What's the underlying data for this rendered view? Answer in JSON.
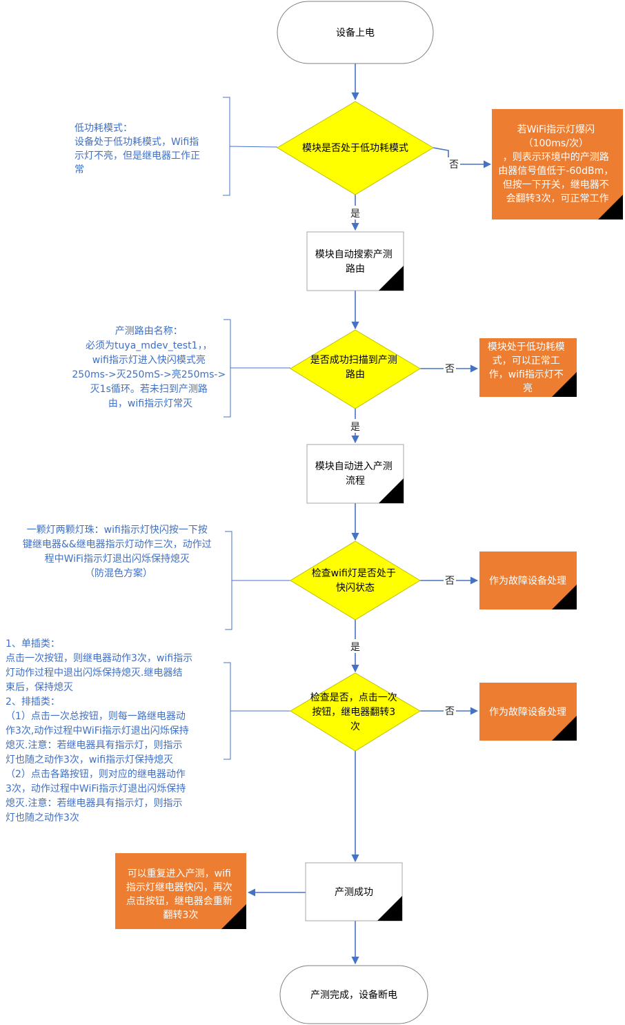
{
  "colors": {
    "terminal_fill": "#ffffff",
    "decision_fill": "#ffff00",
    "process_fill": "#ffffff",
    "outcome_fill": "#ed7d31",
    "connector": "#4472c4",
    "note_text": "#3f6fc4"
  },
  "nodes": {
    "start": {
      "lines": [
        "设备上电"
      ]
    },
    "d1": {
      "lines": [
        "模块是否处于低功耗模式"
      ]
    },
    "d1_no": {
      "lines": [
        "若WiFi指示灯爆闪",
        "（100ms/次）",
        "，则表示环境中的产测路",
        "由器信号值低于-60dBm，",
        "但按一下开关，继电器不",
        "会翻转3次，可正常工作"
      ]
    },
    "p1": {
      "lines": [
        "模块自动搜索产测",
        "路由"
      ]
    },
    "d2": {
      "lines": [
        "是否成功扫描到产测",
        "路由"
      ]
    },
    "d2_no": {
      "lines": [
        "模块处于低功耗模",
        "式，可以正常工",
        "作，wifi指示灯不",
        "亮"
      ]
    },
    "p2": {
      "lines": [
        "模块自动进入产测",
        "流程"
      ]
    },
    "d3": {
      "lines": [
        "检查wifi灯是否处于",
        "快闪状态"
      ]
    },
    "d3_no": {
      "lines": [
        "作为故障设备处理"
      ]
    },
    "d4": {
      "lines": [
        "检查是否，点击一次",
        "按钮，继电器翻转3",
        "次"
      ]
    },
    "d4_no": {
      "lines": [
        "作为故障设备处理"
      ]
    },
    "p3": {
      "lines": [
        "产测成功"
      ]
    },
    "p3_side": {
      "lines": [
        "可以重复进入产测，wifi",
        "指示灯继电器快闪，再次",
        "点击按钮，继电器会重新",
        "翻转3次"
      ]
    },
    "end": {
      "lines": [
        "产测完成，设备断电"
      ]
    }
  },
  "edge_labels": {
    "yes": "是",
    "no": "否"
  },
  "notes": {
    "n1": {
      "lines": [
        "低功耗模式：",
        "设备处于低功耗模式，Wifi指",
        "示灯不亮，但是继电器工作正",
        "常"
      ]
    },
    "n2": {
      "lines": [
        "产测路由名称：",
        "必须为tuya_mdev_test1，，",
        "wifi指示灯进入快闪模式亮",
        "250ms->灭250mS->亮250ms->",
        "灭1s循环。若未扫到产测路",
        "由，wifi指示灯常灭"
      ]
    },
    "n3": {
      "lines": [
        "一颗灯两颗灯珠：wifi指示灯快闪按一下按",
        "键继电器&&继电器指示灯动作三次，动作过",
        "程中WiFi指示灯退出闪烁保持熄灭",
        "（防混色方案）"
      ]
    },
    "n4": {
      "lines": [
        "1、单插类：",
        "点击一次按钮，则继电器动作3次，wifi指示",
        "灯动作过程中退出闪烁保持熄灭.继电器结",
        "束后，保持熄灭",
        "2、排插类：",
        "（1）点击一次总按钮，则每一路继电器动",
        "作3次,动作过程中WiFi指示灯退出闪烁保持",
        "熄灭.注意：若继电器具有指示灯，则指示",
        "灯也随之动作3次，wifi指示灯保持熄灭",
        "（2）点击各路按钮，则对应的继电器动作",
        "3次，动作过程中WiFi指示灯退出闪烁保持",
        "熄灭.注意：若继电器具有指示灯，则指示",
        "灯也随之动作3次"
      ]
    }
  }
}
